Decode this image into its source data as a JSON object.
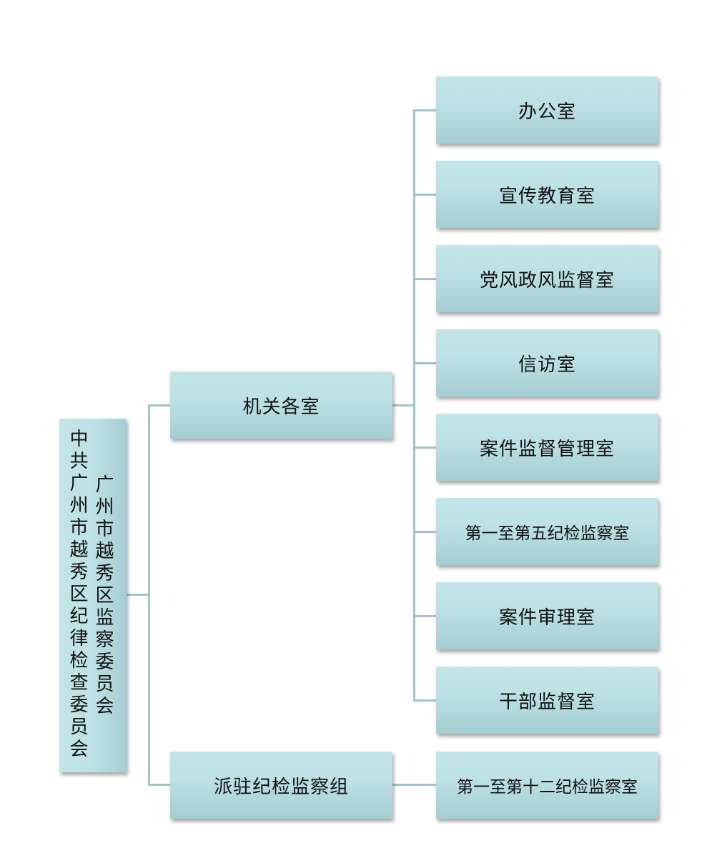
{
  "root": {
    "line1": "中共广州市越秀区纪律检查委员会",
    "line2": "广州市越秀区监察委员会"
  },
  "branches": [
    {
      "label": "机关各室"
    },
    {
      "label": "派驻纪检监察组"
    }
  ],
  "offices": [
    {
      "label": "办公室"
    },
    {
      "label": "宣传教育室"
    },
    {
      "label": "党风政风监督室"
    },
    {
      "label": "信访室"
    },
    {
      "label": "案件监督管理室"
    },
    {
      "label": "第一至第五纪检监察室"
    },
    {
      "label": "案件审理室"
    },
    {
      "label": "干部监督室"
    }
  ],
  "stationed": [
    {
      "label": "第一至第十二纪检监察室"
    }
  ]
}
